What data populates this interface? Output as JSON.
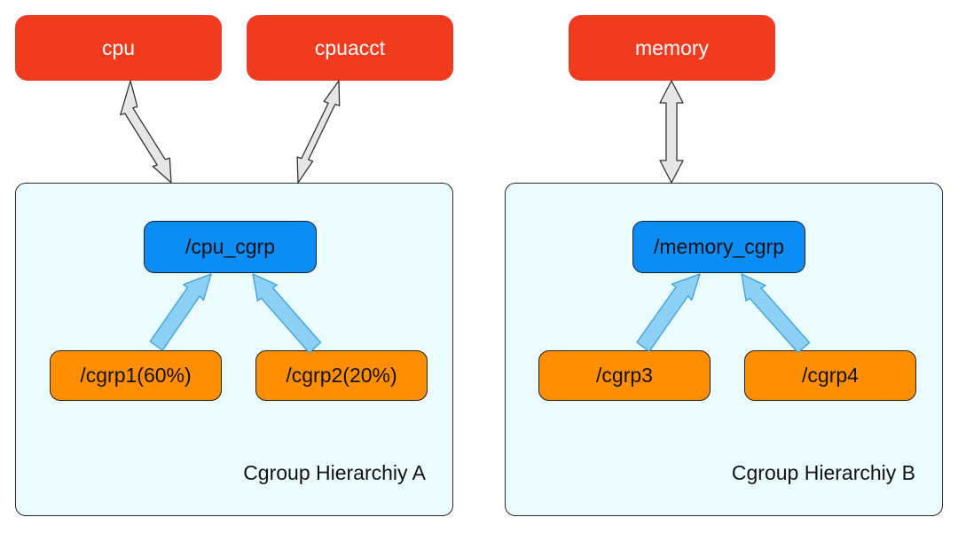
{
  "subsystems": {
    "cpu": "cpu",
    "cpuacct": "cpuacct",
    "memory": "memory"
  },
  "hierarchy_a": {
    "label": "Cgroup Hierarchiy A",
    "parent": "/cpu_cgrp",
    "children": [
      "/cgrp1(60%)",
      "/cgrp2(20%)"
    ]
  },
  "hierarchy_b": {
    "label": "Cgroup Hierarchiy B",
    "parent": "/memory_cgrp",
    "children": [
      "/cgrp3",
      "/cgrp4"
    ]
  },
  "colors": {
    "subsystem": "#f03b1f",
    "hierarchy_bg": "#eafcfe",
    "parent_cgroup": "#0b8df7",
    "child_cgroup": "#ff8e00",
    "attach_arrow": "#e6e6e6",
    "child_arrow": "#8dd0f6"
  }
}
